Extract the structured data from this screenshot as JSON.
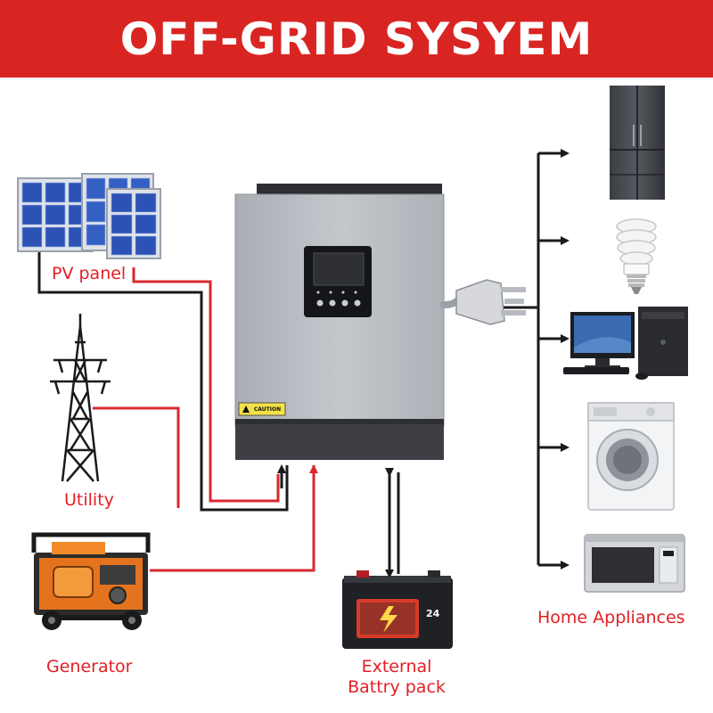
{
  "title": "OFF-GRID SYSYEM",
  "colors": {
    "banner": "#d92522",
    "label": "#e31e24",
    "wire_dark": "#1a1a1a",
    "wire_red": "#d7282f",
    "inverter_body": "#b9bcc2"
  },
  "labels": {
    "pv_panel": "PV panel",
    "utility": "Utility",
    "generator": "Generator",
    "battery_line1": "External",
    "battery_line2": "Battry pack",
    "appliances": "Home Appliances"
  },
  "inverter": {
    "caution": "CAUTION"
  },
  "battery": {
    "capacity": "24"
  },
  "icons": [
    "solar-panel-icon",
    "transmission-tower-icon",
    "generator-icon",
    "inverter-icon",
    "battery-icon",
    "plug-icon",
    "refrigerator-icon",
    "light-bulb-icon",
    "desktop-computer-icon",
    "washing-machine-icon",
    "microwave-icon"
  ]
}
